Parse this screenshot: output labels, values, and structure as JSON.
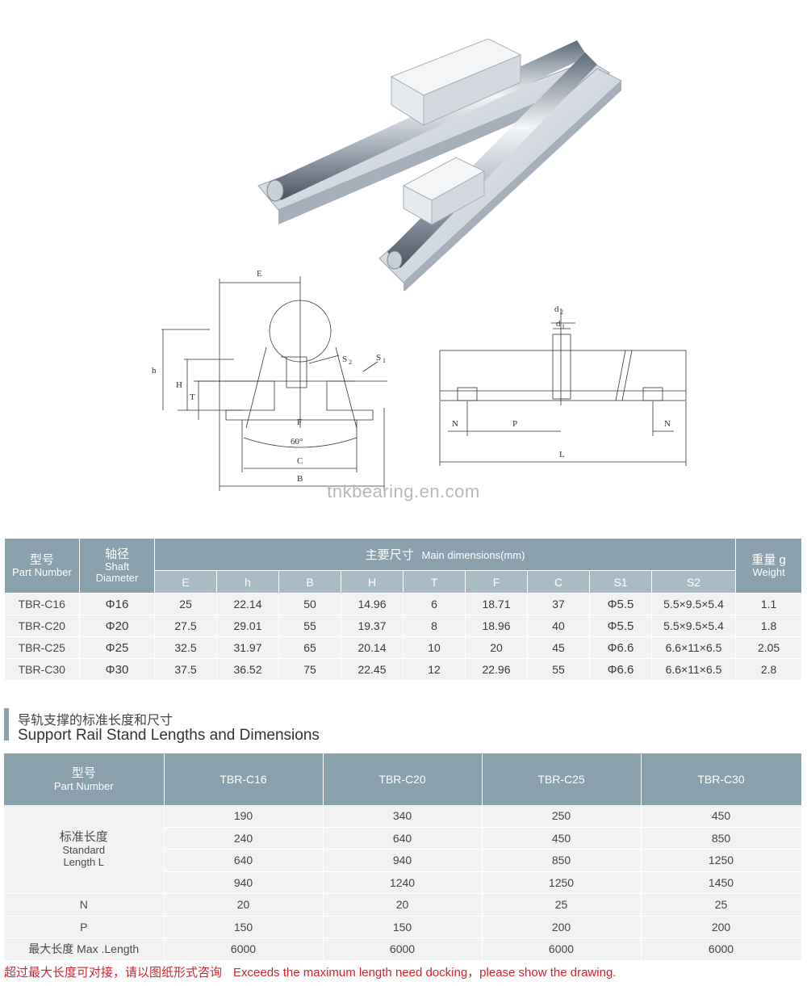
{
  "watermark": "tnkbearing.en.com",
  "drawing_labels": {
    "E": "E",
    "h": "h",
    "H": "H",
    "T": "T",
    "S2": "S",
    "S2_sub": "2",
    "S1": "S",
    "S1_sub": "1",
    "F": "F",
    "angle": "60°",
    "C": "C",
    "B": "B",
    "d2": "d",
    "d2_sub": "2",
    "d1": "d",
    "d1_sub": "1",
    "N_left": "N",
    "P": "P",
    "N_right": "N",
    "L": "L"
  },
  "main_table": {
    "part_number_cn": "型号",
    "part_number_en": "Part Number",
    "shaft_cn": "轴径",
    "shaft_en1": "Shaft",
    "shaft_en2": "Diameter",
    "main_dim_cn": "主要尺寸",
    "main_dim_en": "Main dimensions(mm)",
    "weight_cn": "重量 g",
    "weight_en": "Weight",
    "columns": [
      "E",
      "h",
      "B",
      "H",
      "T",
      "F",
      "C",
      "S1",
      "S2"
    ],
    "rows": [
      [
        "TBR-C16",
        "Φ16",
        "25",
        "22.14",
        "50",
        "14.96",
        "6",
        "18.71",
        "37",
        "Φ5.5",
        "5.5×9.5×5.4",
        "1.1"
      ],
      [
        "TBR-C20",
        "Φ20",
        "27.5",
        "29.01",
        "55",
        "19.37",
        "8",
        "18.96",
        "40",
        "Φ5.5",
        "5.5×9.5×5.4",
        "1.8"
      ],
      [
        "TBR-C25",
        "Φ25",
        "32.5",
        "31.97",
        "65",
        "20.14",
        "10",
        "20",
        "45",
        "Φ6.6",
        "6.6×11×6.5",
        "2.05"
      ],
      [
        "TBR-C30",
        "Φ30",
        "37.5",
        "36.52",
        "75",
        "22.45",
        "12",
        "22.96",
        "55",
        "Φ6.6",
        "6.6×11×6.5",
        "2.8"
      ]
    ]
  },
  "section": {
    "title_cn": "导轨支撑的标准长度和尺寸",
    "title_en": "Support Rail Stand Lengths and Dimensions"
  },
  "length_table": {
    "part_number_cn": "型号",
    "part_number_en": "Part Number",
    "models": [
      "TBR-C16",
      "TBR-C20",
      "TBR-C25",
      "TBR-C30"
    ],
    "std_length_cn": "标准长度",
    "std_length_en1": "Standard",
    "std_length_en2": "Length L",
    "std_lengths": [
      [
        "190",
        "340",
        "250",
        "450"
      ],
      [
        "240",
        "640",
        "450",
        "850"
      ],
      [
        "640",
        "940",
        "850",
        "1250"
      ],
      [
        "940",
        "1240",
        "1250",
        "1450"
      ]
    ],
    "n_label": "N",
    "n_values": [
      "20",
      "20",
      "25",
      "25"
    ],
    "p_label": "P",
    "p_values": [
      "150",
      "150",
      "200",
      "200"
    ],
    "max_label": "最大长度 Max .Length",
    "max_values": [
      "6000",
      "6000",
      "6000",
      "6000"
    ]
  },
  "note_cn": "超过最大长度可对接，请以图纸形式咨询",
  "note_en": "Exceeds the maximum length need docking，please show the drawing."
}
